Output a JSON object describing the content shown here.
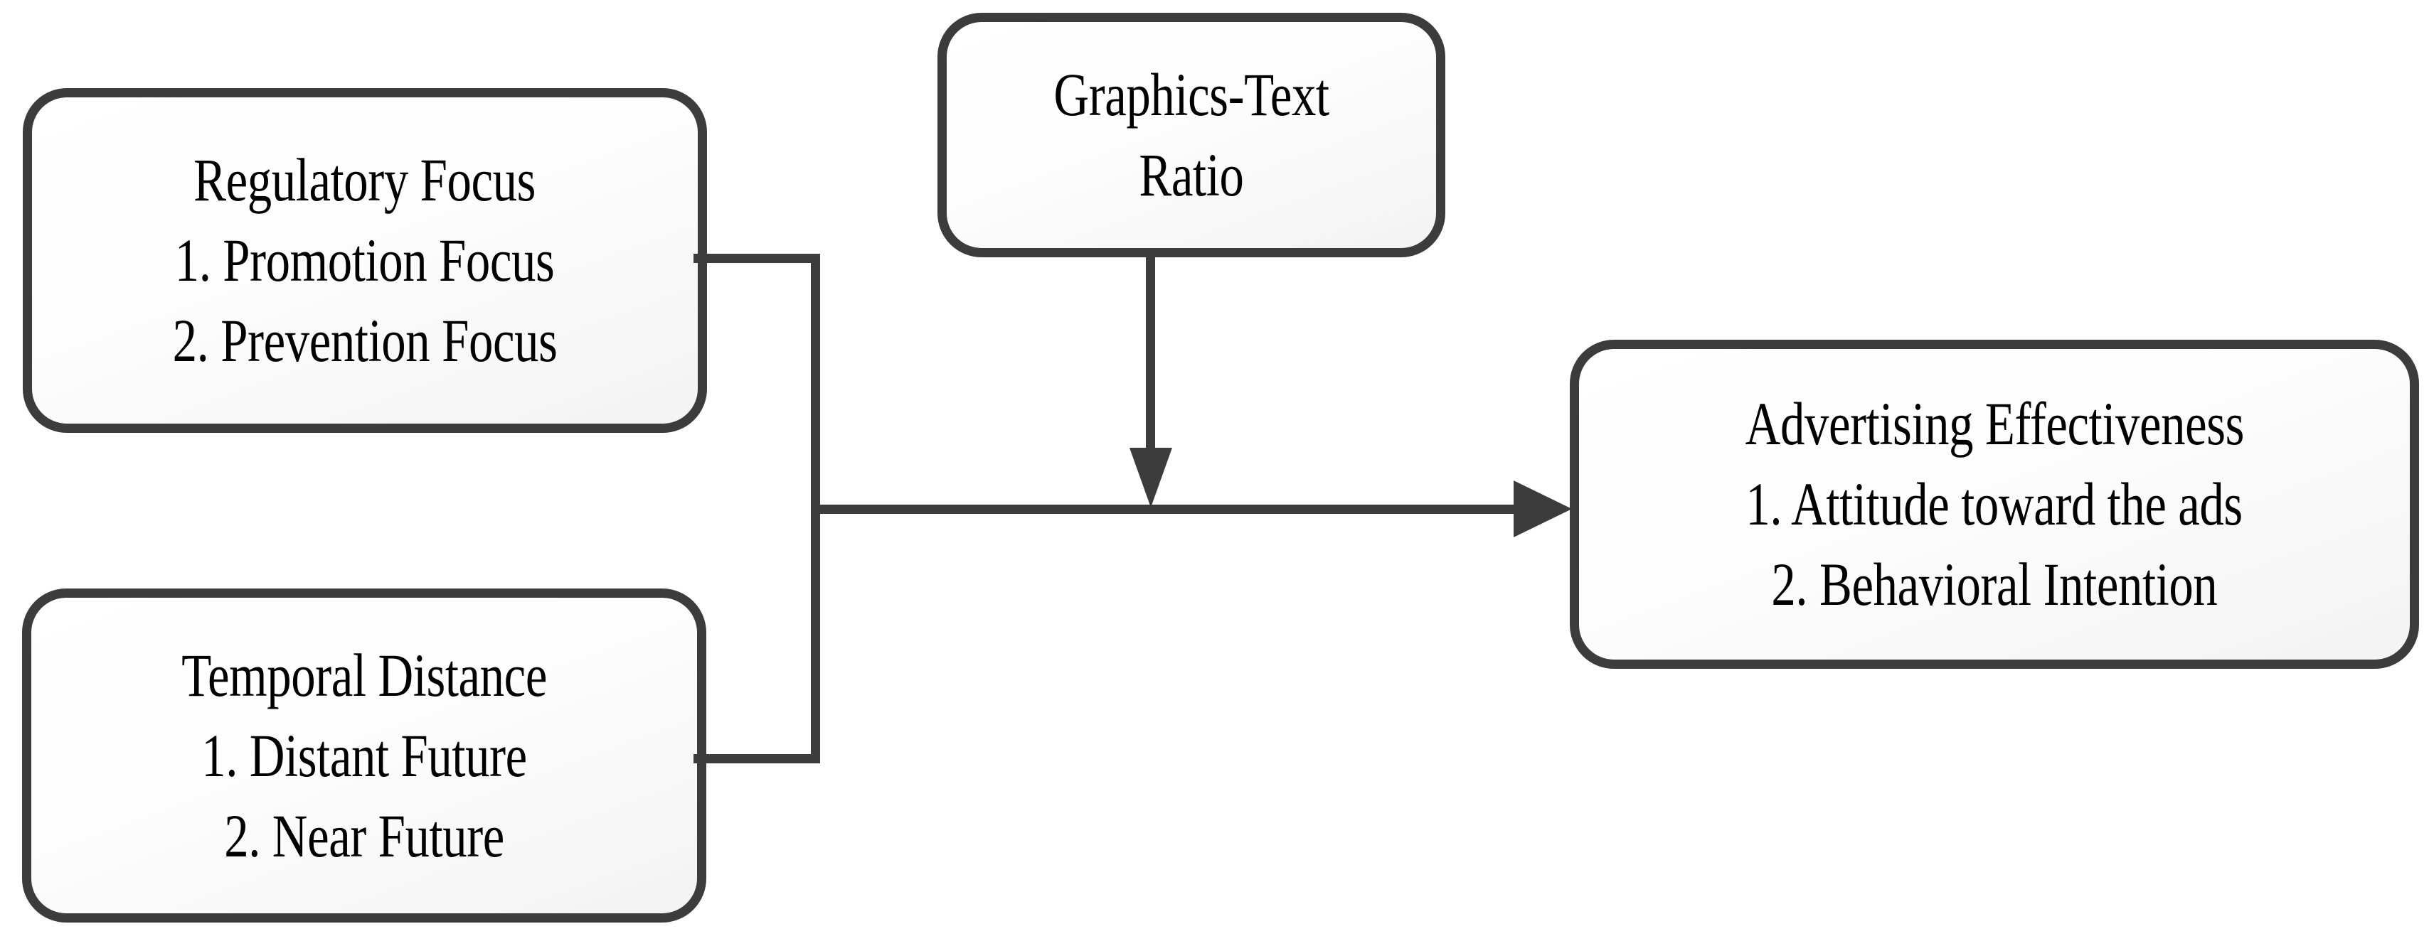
{
  "diagram": {
    "type": "conceptual-framework",
    "background_color": "#ffffff",
    "node_border_color": "#3c3c3c",
    "connector_color": "#3c3c3c",
    "text_color": "#000000",
    "nodes": [
      {
        "id": "regulatory-focus",
        "title": "Regulatory Focus",
        "items": [
          "1. Promotion Focus",
          "2. Prevention Focus"
        ],
        "role": "independent-variable"
      },
      {
        "id": "graphics-text-ratio",
        "title": "Graphics-Text",
        "title_line2": "Ratio",
        "items": [],
        "role": "moderator"
      },
      {
        "id": "temporal-distance",
        "title": "Temporal Distance",
        "items": [
          "1. Distant Future",
          "2. Near Future"
        ],
        "role": "independent-variable"
      },
      {
        "id": "advertising-effectiveness",
        "title": "Advertising Effectiveness",
        "items": [
          "1. Attitude toward the ads",
          "2. Behavioral Intention"
        ],
        "role": "dependent-variable"
      }
    ],
    "edges": [
      {
        "id": "regulatory-to-effectiveness",
        "from": "regulatory-focus",
        "to": "advertising-effectiveness",
        "style": "orthogonal",
        "arrow": "single"
      },
      {
        "id": "temporal-to-effectiveness",
        "from": "temporal-distance",
        "to": "advertising-effectiveness",
        "style": "orthogonal",
        "arrow": "single"
      },
      {
        "id": "ratio-moderates-main-path",
        "from": "graphics-text-ratio",
        "to": "main-path",
        "style": "straight",
        "arrow": "single"
      }
    ]
  }
}
